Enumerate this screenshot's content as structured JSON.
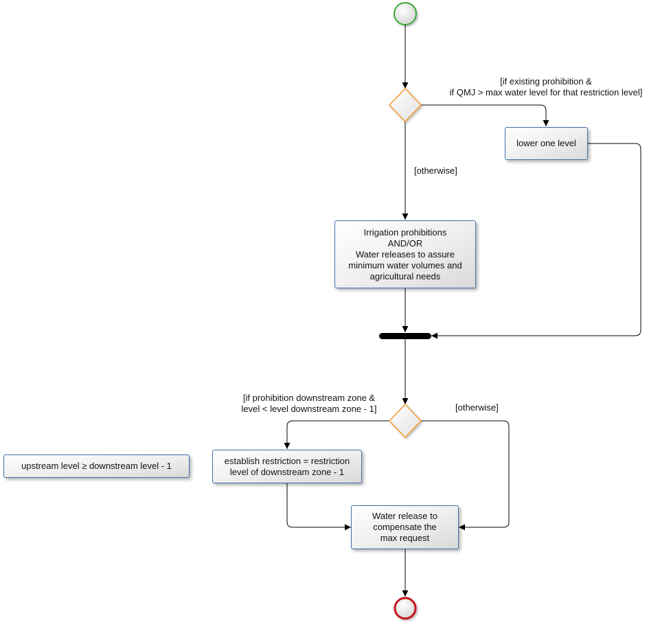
{
  "nodes": {
    "lower_one_level": "lower one level",
    "irrigation": "Irrigation prohibitions\nAND/OR\nWater releases to assure\nminimum water volumes and\nagricultural needs",
    "establish_restriction": "establish restriction = restriction\nlevel of downstream zone - 1",
    "water_release": "Water release to\ncompensate the\nmax request",
    "note": "upstream level ≥ downstream level - 1"
  },
  "guards": {
    "existing_prohibition": "[if existing prohibition &\nif QMJ > max water level for that restriction level]",
    "otherwise_1": "[otherwise]",
    "downstream_prohibition": "[if prohibition downstream zone  &\nlevel < level downstream zone - 1]",
    "otherwise_2": "[otherwise]"
  },
  "colors": {
    "start_stroke": "#3aa935",
    "end_stroke": "#c4161c",
    "decision_stroke": "#f29a2e",
    "node_border": "#3f6fa8"
  }
}
